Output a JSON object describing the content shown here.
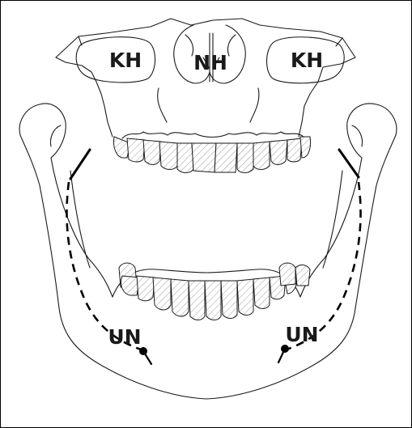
{
  "labels": {
    "infraorbital_left": "KH",
    "nasal": "NH",
    "infraorbital_right": "KH",
    "inferior_alveolar_left": "UN",
    "inferior_alveolar_right": "UN"
  },
  "colors": {
    "line": "#1a1a1a",
    "hatch": "#9a9a9a",
    "background": "#ffffff"
  }
}
